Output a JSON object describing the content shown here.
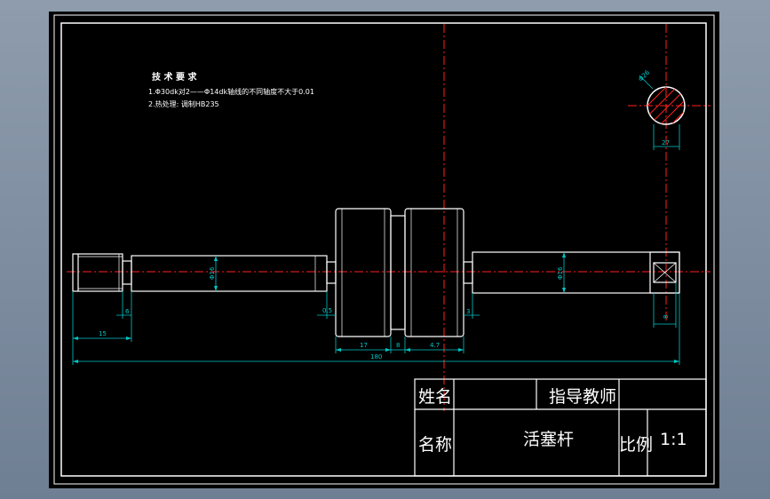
{
  "tech_requirements": {
    "title": "技 术 要 求",
    "line1": "1.Φ30dk对2——Φ14dk轴线的不同轴度不大于0.01",
    "line2": "2.热处理: 调制HB235"
  },
  "dimensions": {
    "len_15": "15",
    "len_6": "6",
    "dia_left": "Φ16",
    "len_0_5": "0.5",
    "len_17": "17",
    "len_8": "8",
    "len_4_7": "4.7",
    "len_3": "3",
    "dia_right": "Φ16",
    "len_180": "180",
    "len_8_right": "8",
    "section_dia": "Φ26",
    "section_width": "27"
  },
  "title_block": {
    "name_label": "姓名",
    "instructor_label": "指导教师",
    "part_label": "名称",
    "part_name": "活塞杆",
    "scale_label": "比例",
    "scale_value": "1:1"
  },
  "colors": {
    "background": "#000000",
    "outline": "#ffffff",
    "dimension": "#00c8c8",
    "centerline": "#ff2020",
    "hatch": "#ff2020"
  }
}
